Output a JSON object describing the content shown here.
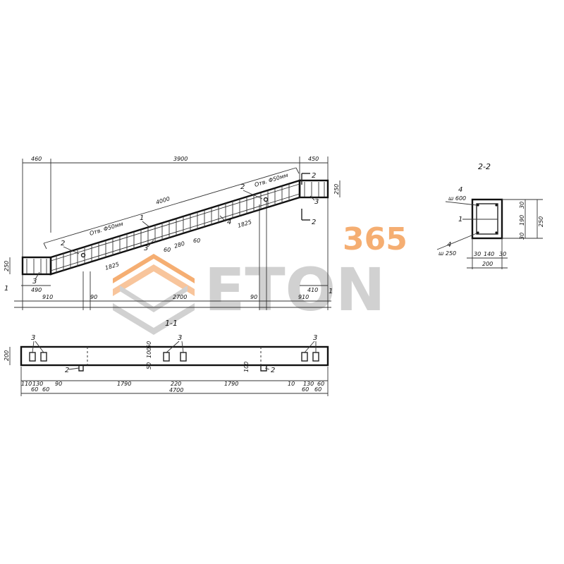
{
  "watermark": {
    "brand": "ETON",
    "number": "365",
    "orange": "#f4a05a",
    "gray": "#c9c9c9"
  },
  "elevation": {
    "top_dims": [
      "460",
      "3900",
      "450"
    ],
    "diag_dim": "4000",
    "hole_note": "Отв. Φ50мм",
    "inner_dims": [
      "1825",
      "1825",
      "280",
      "60",
      "60"
    ],
    "left_dims": [
      "250",
      "490",
      "910",
      "90"
    ],
    "right_dims": [
      "250",
      "410",
      "910",
      "90"
    ],
    "bottom_dim": "2700",
    "marks": {
      "m1": "1",
      "m2": "2",
      "m3": "3",
      "m4": "4"
    },
    "section_2": "2",
    "section_1": "1"
  },
  "section_1_1": {
    "title": "1-1",
    "height_dim": "200",
    "bottom_dims": [
      "110",
      "130",
      "60",
      "90",
      "1790",
      "220",
      "1790",
      "10",
      "130",
      "60",
      "60",
      "60"
    ],
    "total": "4700",
    "mid_dims": [
      "50",
      "100",
      "50",
      "100"
    ],
    "marks": {
      "m2": "2",
      "m3": "3"
    }
  },
  "section_2_2": {
    "title": "2-2",
    "mark4_top": "4",
    "mark4_top_note": "ш 600",
    "mark1": "1",
    "mark4_bot": "4",
    "mark4_bot_note": "ш 250",
    "right_dims": [
      "30",
      "190",
      "30"
    ],
    "height": "250",
    "bottom_dims": [
      "30",
      "140",
      "30"
    ],
    "width": "200"
  }
}
